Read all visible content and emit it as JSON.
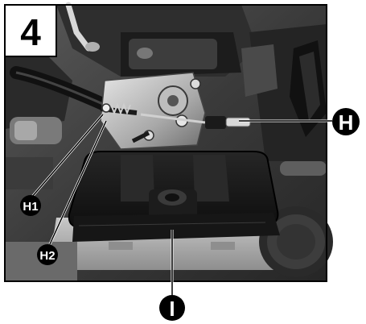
{
  "step": {
    "number": "4"
  },
  "callouts": {
    "h": "H",
    "h1": "H1",
    "h2": "H2",
    "i": "I"
  },
  "colors": {
    "photo_background": "#3a3a3a",
    "callout_fill": "#000000",
    "callout_text": "#ffffff",
    "frame": "#000000"
  }
}
